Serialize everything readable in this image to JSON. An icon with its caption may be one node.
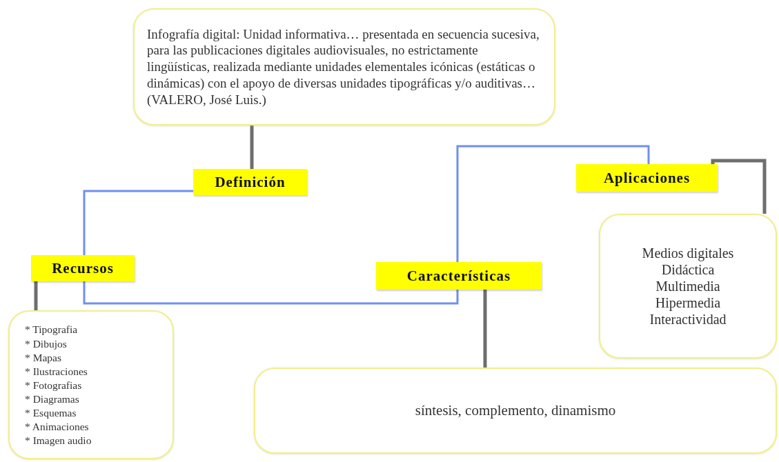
{
  "diagram": {
    "nodes": [
      {
        "text": [
          "Infografía digital: Unidad informativa… presentada en secuencia sucesiva, para las publicaciones digitales audiovisuales, no estrictamente lingüísticas, realizada mediante unidades elementales icónicas (estáticas o dinámicas) con el apoyo de diversas unidades tipográficas y/o auditivas… (VALERO, José Luis.)"
        ]
      },
      {
        "text": [
          "Definición"
        ]
      },
      {
        "text": [
          "Aplicaciones"
        ]
      },
      {
        "text": [
          "Medios digitales",
          "Didáctica",
          "Multimedia",
          "Hipermedia",
          "Interactividad"
        ]
      },
      {
        "text": [
          "Recursos"
        ]
      },
      {
        "text": [
          "Características"
        ]
      },
      {
        "text": [
          "* Tipografia",
          "* Dibujos",
          "* Mapas",
          "* Ilustraciones",
          "* Fotografias",
          "* Diagramas",
          "* Esquemas",
          "* Animaciones",
          "* Imagen audio"
        ]
      },
      {
        "text": [
          "síntesis, complemento, dinamismo"
        ]
      }
    ],
    "edges": [
      {
        "from": 0,
        "to": 1,
        "arrow": "none"
      },
      {
        "from": 1,
        "to": 4,
        "arrow": "none",
        "color": "#6f8ff0"
      },
      {
        "from": 2,
        "to": 3,
        "arrow": "none"
      },
      {
        "from": 4,
        "to": 6,
        "arrow": "none"
      },
      {
        "from": 4,
        "to": 5,
        "arrow": "none",
        "color": "#6f8ff0"
      },
      {
        "from": 5,
        "to": 2,
        "arrow": "none",
        "color": "#6f8ff0"
      },
      {
        "from": 5,
        "to": 7,
        "arrow": "none"
      }
    ]
  }
}
